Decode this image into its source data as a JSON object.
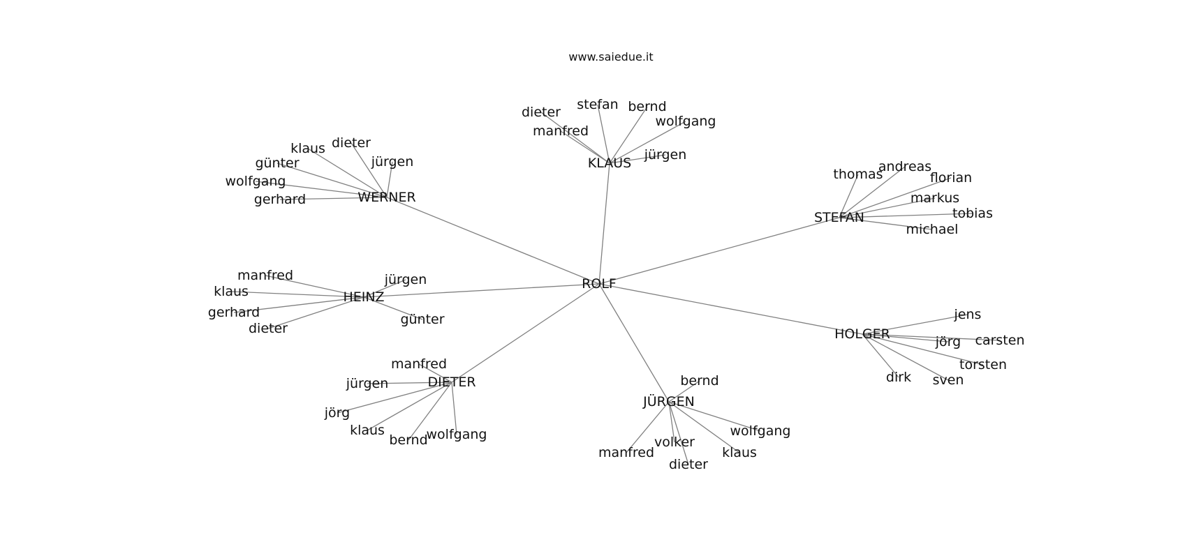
{
  "title": "www.saiedue.it",
  "colors": {
    "edge": "#808080",
    "text": "#111111",
    "background": "#ffffff"
  },
  "root": {
    "id": "rolf",
    "label": "ROLF"
  },
  "hubs": [
    {
      "id": "klaus",
      "label": "KLAUS",
      "children": [
        "dieter",
        "stefan",
        "bernd",
        "wolfgang",
        "manfred",
        "jürgen"
      ]
    },
    {
      "id": "werner",
      "label": "WERNER",
      "children": [
        "klaus",
        "dieter",
        "günter",
        "jürgen",
        "wolfgang",
        "gerhard"
      ]
    },
    {
      "id": "stefan",
      "label": "STEFAN",
      "children": [
        "thomas",
        "andreas",
        "florian",
        "markus",
        "tobias",
        "michael"
      ]
    },
    {
      "id": "heinz",
      "label": "HEINZ",
      "children": [
        "manfred",
        "jürgen",
        "klaus",
        "gerhard",
        "dieter",
        "günter"
      ]
    },
    {
      "id": "holger",
      "label": "HOLGER",
      "children": [
        "jens",
        "jörg",
        "carsten",
        "torsten",
        "dirk",
        "sven"
      ]
    },
    {
      "id": "dieter",
      "label": "DIETER",
      "children": [
        "manfred",
        "jürgen",
        "jörg",
        "klaus",
        "bernd",
        "wolfgang"
      ]
    },
    {
      "id": "juergen",
      "label": "JÜRGEN",
      "children": [
        "bernd",
        "wolfgang",
        "volker",
        "manfred",
        "klaus",
        "dieter"
      ]
    }
  ]
}
